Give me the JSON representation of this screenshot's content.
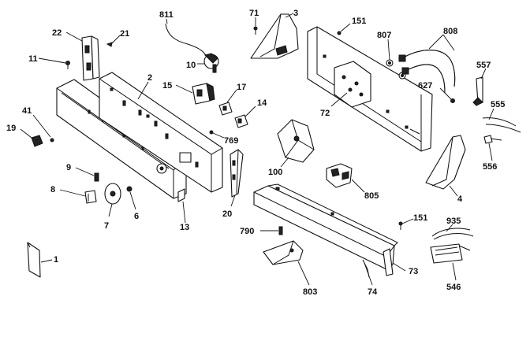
{
  "callouts": {
    "c811": "811",
    "c71": "71",
    "c3": "3",
    "c151a": "151",
    "c807": "807",
    "c808": "808",
    "c22": "22",
    "c21": "21",
    "c11": "11",
    "c10": "10",
    "c557": "557",
    "c627": "627",
    "c2": "2",
    "c15": "15",
    "c17": "17",
    "c14": "14",
    "c72": "72",
    "c555": "555",
    "c41": "41",
    "c19": "19",
    "c769": "769",
    "c100": "100",
    "c556": "556",
    "c9": "9",
    "c805": "805",
    "c4": "4",
    "c8": "8",
    "c6": "6",
    "c7": "7",
    "c20": "20",
    "c13": "13",
    "c151b": "151",
    "c935": "935",
    "c790": "790",
    "c73": "73",
    "c1": "1",
    "c803": "803",
    "c74": "74",
    "c546": "546"
  }
}
